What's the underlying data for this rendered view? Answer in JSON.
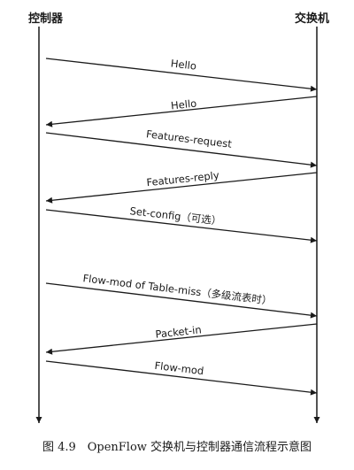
{
  "participants": {
    "controller": "控制器",
    "switch": "交换机"
  },
  "messages": [
    {
      "label": "Hello",
      "direction": "to-switch"
    },
    {
      "label": "Hello",
      "direction": "to-controller"
    },
    {
      "label": "Features-request",
      "direction": "to-switch"
    },
    {
      "label": "Features-reply",
      "direction": "to-controller"
    },
    {
      "label": "Set-config（可选）",
      "direction": "to-switch"
    },
    {
      "label": "Flow-mod of Table-miss（多级流表时）",
      "direction": "to-switch"
    },
    {
      "label": "Packet-in",
      "direction": "to-controller"
    },
    {
      "label": "Flow-mod",
      "direction": "to-switch"
    }
  ],
  "caption": "图 4.9　OpenFlow 交换机与控制器通信流程示意图"
}
